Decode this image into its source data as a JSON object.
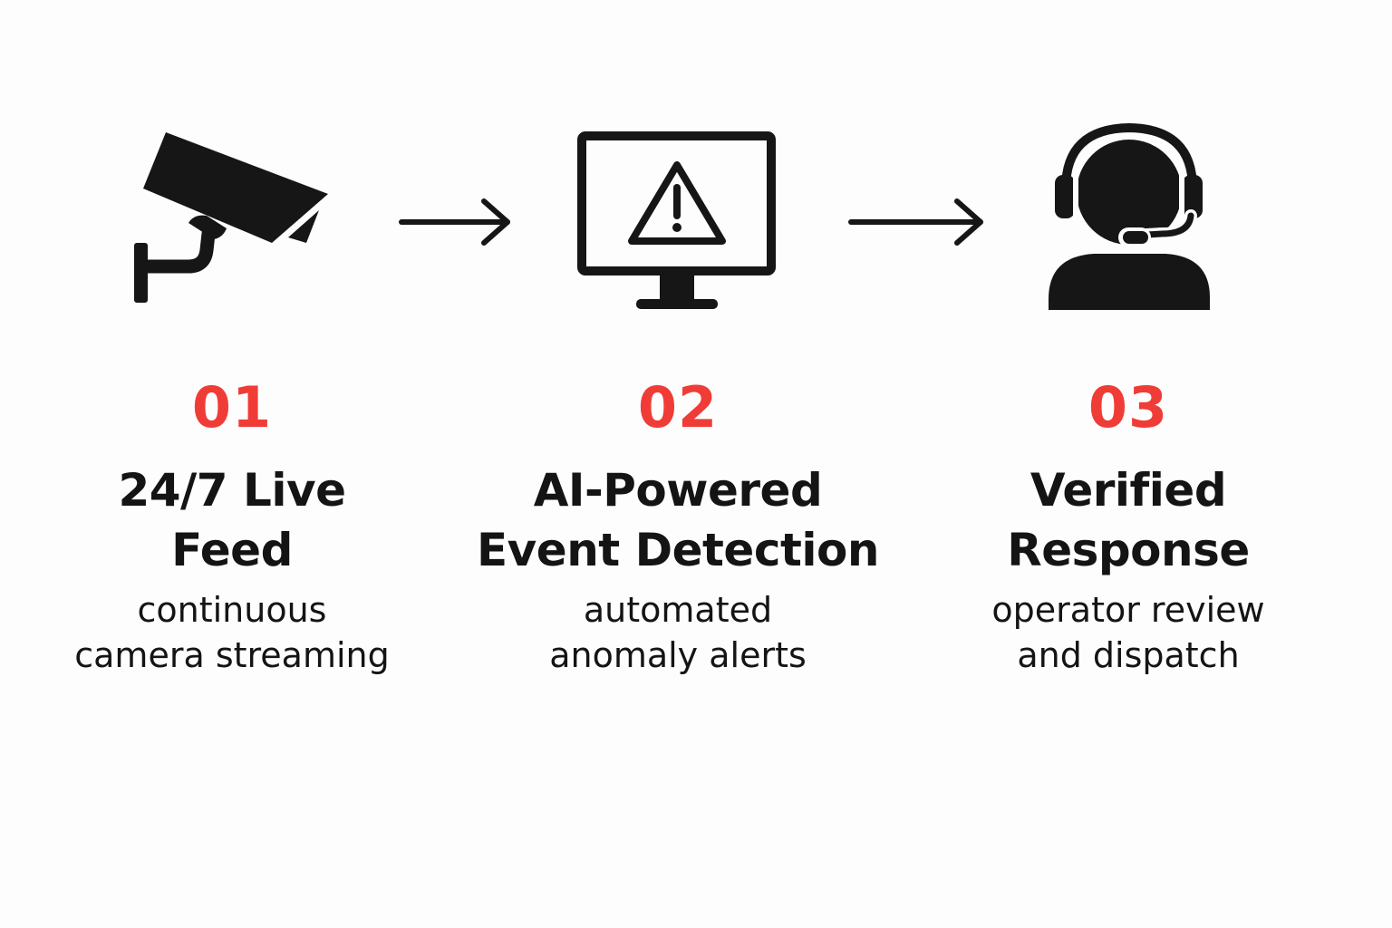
{
  "colors": {
    "background": "#fdfdfd",
    "text": "#141414",
    "accent": "#f03c37"
  },
  "steps": [
    {
      "number": "01",
      "title_lines": [
        "24/7 Live",
        "Feed"
      ],
      "desc_lines": [
        "continuous",
        "camera streaming"
      ],
      "icon": "security-camera-icon"
    },
    {
      "number": "02",
      "title_lines": [
        "AI-Powered",
        "Event Detection"
      ],
      "desc_lines": [
        "automated",
        "anomaly alerts"
      ],
      "icon": "monitor-warning-icon"
    },
    {
      "number": "03",
      "title_lines": [
        "Verified",
        "Response"
      ],
      "desc_lines": [
        "operator review",
        "and dispatch"
      ],
      "icon": "operator-headset-icon"
    }
  ],
  "connectors": [
    "arrow-right-icon",
    "arrow-right-icon"
  ]
}
